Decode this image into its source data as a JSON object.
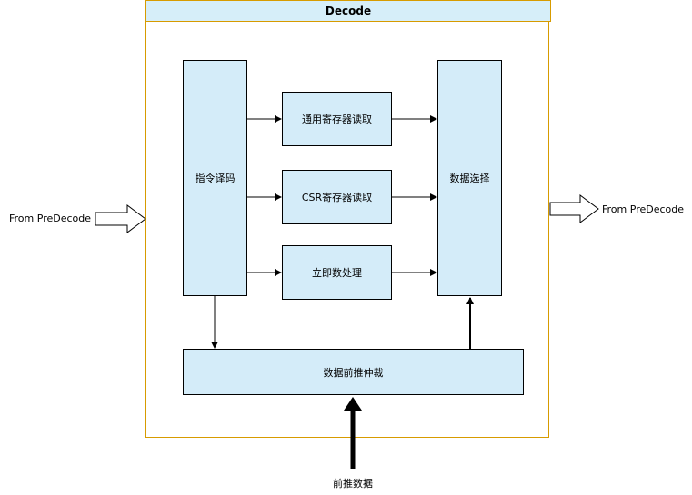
{
  "diagram": {
    "container_title": "Decode",
    "blocks": {
      "decode": "指令译码",
      "gpr_read": "通用寄存器读取",
      "csr_read": "CSR寄存器读取",
      "imm": "立即数处理",
      "select": "数据选择",
      "forward": "数据前推仲裁"
    },
    "inputs": {
      "from_predecode": "From PreDecode",
      "forward_data": "前推数据"
    },
    "outputs": {
      "to_next": "From PreDecode"
    }
  }
}
